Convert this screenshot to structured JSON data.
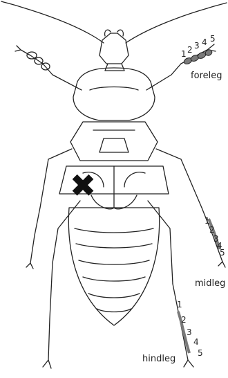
{
  "labels": {
    "foreleg": "foreleg",
    "midleg": "midleg",
    "hindleg": "hindleg"
  },
  "segments": {
    "foreleg": [
      "1",
      "2",
      "3",
      "4",
      "5"
    ],
    "midleg": [
      "1",
      "2",
      "3",
      "4",
      "5"
    ],
    "hindleg": [
      "1",
      "2",
      "3",
      "4",
      "5"
    ]
  },
  "marker": {
    "symbol": "✖",
    "color": "#111111"
  },
  "colors": {
    "outline": "#222222",
    "highlight": "#7a7a7a"
  }
}
